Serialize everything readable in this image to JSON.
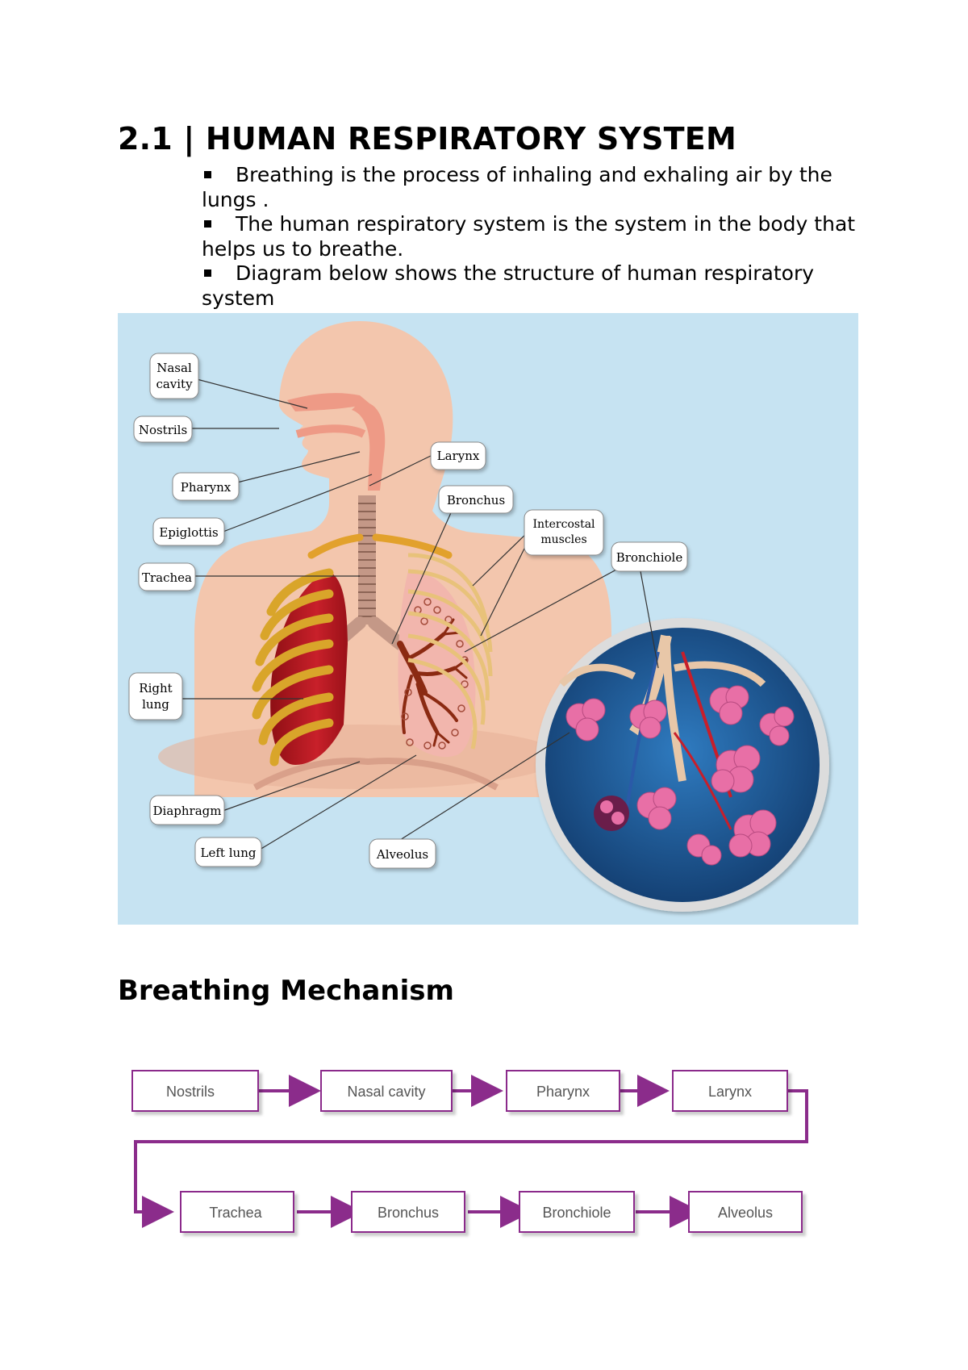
{
  "title": "2.1 | HUMAN RESPIRATORY SYSTEM",
  "bullets": [
    "Breathing is the process of inhaling and exhaling air by the lungs .",
    "The human respiratory system is the system in the body that helps us to breathe.",
    "Diagram below shows the structure of human respiratory system"
  ],
  "diagram": {
    "labels": {
      "nasal_cavity": [
        "Nasal",
        "cavity"
      ],
      "nostrils": "Nostrils",
      "pharynx": "Pharynx",
      "epiglottis": "Epiglottis",
      "trachea": "Trachea",
      "right_lung": [
        "Right",
        "lung"
      ],
      "diaphragm": "Diaphragm",
      "left_lung": "Left lung",
      "alveolus": "Alveolus",
      "larynx": "Larynx",
      "bronchus": "Bronchus",
      "intercostal_muscles": [
        "Intercostal",
        "muscles"
      ],
      "bronchiole": "Bronchiole"
    },
    "colors": {
      "background": "#c6e3f2",
      "skin": "#f3c6ad",
      "lung_right": "#b8161c",
      "lung_left": "#f2b6ad",
      "rib": "#d9a52a",
      "trachea": "#c49887",
      "inset_bg": "#1f5f9a",
      "alveoli": "#e86fa6"
    }
  },
  "section_heading": "Breathing Mechanism",
  "flowchart": {
    "row1": [
      "Nostrils",
      "Nasal cavity",
      "Pharynx",
      "Larynx"
    ],
    "row2": [
      "Trachea",
      "Bronchus",
      "Bronchiole",
      "Alveolus"
    ],
    "colors": {
      "arrow": "#8b2c8b",
      "box_border": "#8b2c8b"
    }
  }
}
